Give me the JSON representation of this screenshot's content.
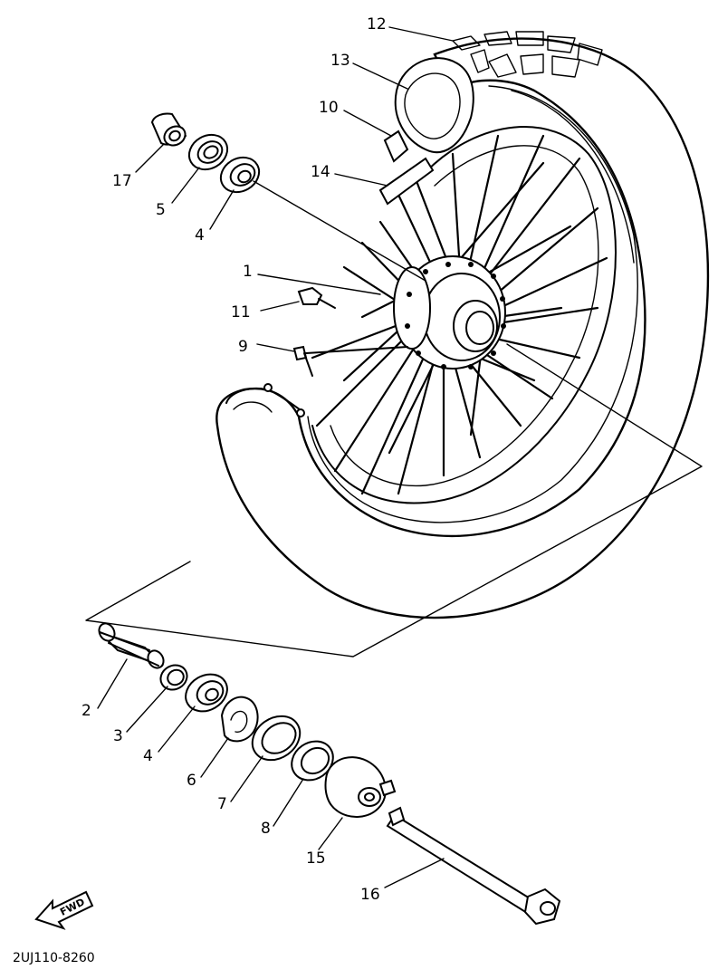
{
  "diagram_code": "2UJ110-8260",
  "fwd_label": "FWD",
  "callouts": [
    {
      "id": "c12",
      "text": "12"
    },
    {
      "id": "c13",
      "text": "13"
    },
    {
      "id": "c10",
      "text": "10"
    },
    {
      "id": "c14",
      "text": "14"
    },
    {
      "id": "c17",
      "text": "17"
    },
    {
      "id": "c5",
      "text": "5"
    },
    {
      "id": "c4a",
      "text": "4"
    },
    {
      "id": "c1",
      "text": "1"
    },
    {
      "id": "c11",
      "text": "11"
    },
    {
      "id": "c9",
      "text": "9"
    },
    {
      "id": "c2",
      "text": "2"
    },
    {
      "id": "c3",
      "text": "3"
    },
    {
      "id": "c4b",
      "text": "4"
    },
    {
      "id": "c6",
      "text": "6"
    },
    {
      "id": "c7",
      "text": "7"
    },
    {
      "id": "c8",
      "text": "8"
    },
    {
      "id": "c15",
      "text": "15"
    },
    {
      "id": "c16",
      "text": "16"
    }
  ]
}
